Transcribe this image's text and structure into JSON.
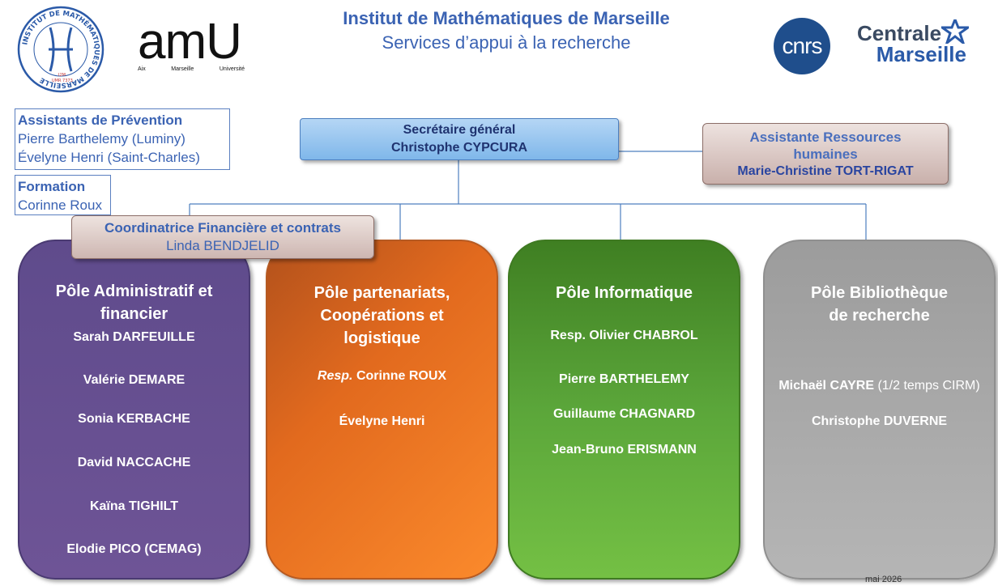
{
  "header": {
    "title": "Institut de Mathématiques de Marseille",
    "subtitle": "Services d’appui à la recherche"
  },
  "logos": {
    "imm_ring_text": "INSTITUT DE MATHÉMATIQUES DE MARSEILLE",
    "imm_small": "I2M",
    "imm_umr": "UMR 7373",
    "amu_word": "amU",
    "amu_sub": [
      "Aix",
      "Marseille",
      "Université"
    ],
    "cnrs": "cnrs",
    "centrale_line1": "Centrale",
    "centrale_line2": "Marseille"
  },
  "prevention": {
    "heading": "Assistants de Prévention",
    "people": [
      "Pierre Barthelemy (Luminy)",
      "Évelyne Henri (Saint-Charles)"
    ]
  },
  "formation": {
    "heading": "Formation",
    "person": "Corinne Roux"
  },
  "secretary": {
    "role": "Secrétaire général",
    "name": "Christophe CYPCURA"
  },
  "hr": {
    "role_line1": "Assistante Ressources",
    "role_line2": "humaines",
    "name": "Marie-Christine TORT-RIGAT"
  },
  "finance": {
    "role": "Coordinatrice Financière et contrats",
    "name": "Linda BENDJELID"
  },
  "poles": {
    "admin": {
      "title": [
        "Pôle Administratif et",
        "financier"
      ],
      "members": [
        "Sarah DARFEUILLE",
        "Valérie DEMARE",
        "Sonia KERBACHE",
        "David NACCACHE",
        "Kaïna TIGHILT",
        "Elodie PICO (CEMAG)"
      ]
    },
    "partnerships": {
      "title": [
        "Pôle partenariats,",
        "Coopérations et",
        "logistique"
      ],
      "resp_prefix": "Resp.",
      "resp_name": "Corinne ROUX",
      "members": [
        "Évelyne Henri"
      ]
    },
    "it": {
      "title": [
        "Pôle Informatique"
      ],
      "members": [
        "Resp. Olivier CHABROL",
        "Pierre BARTHELEMY",
        "Guillaume CHAGNARD",
        "Jean-Bruno ERISMANN"
      ]
    },
    "library": {
      "title": [
        "Pôle Bibliothèque",
        "de recherche"
      ],
      "member1_name": "Michaël CAYRE",
      "member1_note": "(1/2 temps CIRM)",
      "members": [
        "Christophe DUVERNE"
      ]
    }
  },
  "footer": "mai 2026"
}
